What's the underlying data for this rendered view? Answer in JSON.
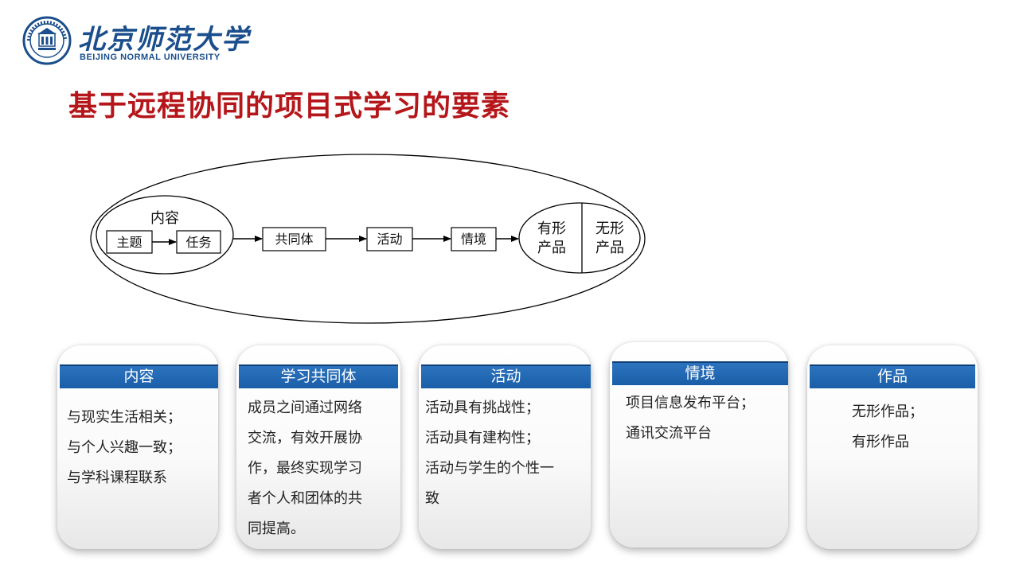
{
  "logo": {
    "cn_name": "北京师范大学",
    "en_name": "BEIJING NORMAL UNIVERSITY"
  },
  "title": "基于远程协同的项目式学习的要素",
  "diagram": {
    "content_label": "内容",
    "topic": "主题",
    "task": "任务",
    "community": "共同体",
    "activity": "活动",
    "situation": "情境",
    "tangible_products": [
      "有形",
      "产品"
    ],
    "intangible_products": [
      "无形",
      "产品"
    ]
  },
  "cards": [
    {
      "header": "内容",
      "lines": [
        "与现实生活相关；",
        "与个人兴趣一致；",
        "与学科课程联系"
      ]
    },
    {
      "header": "学习共同体",
      "lines": [
        "成员之间通过网络",
        "交流，有效开展协",
        "作，最终实现学习",
        "者个人和团体的共",
        "同提高。"
      ]
    },
    {
      "header": "活动",
      "lines": [
        "活动具有挑战性；",
        "活动具有建构性；",
        "活动与学生的个性一",
        "致"
      ]
    },
    {
      "header": "情境",
      "lines": [
        "项目信息发布平台；",
        "通讯交流平台"
      ]
    },
    {
      "header": "作品",
      "lines": [
        "无形作品；",
        "有形作品"
      ]
    }
  ],
  "colors": {
    "title_red": "#b5161a",
    "brand_blue": "#1a4e8c",
    "header_blue": "#1a5ea8"
  }
}
